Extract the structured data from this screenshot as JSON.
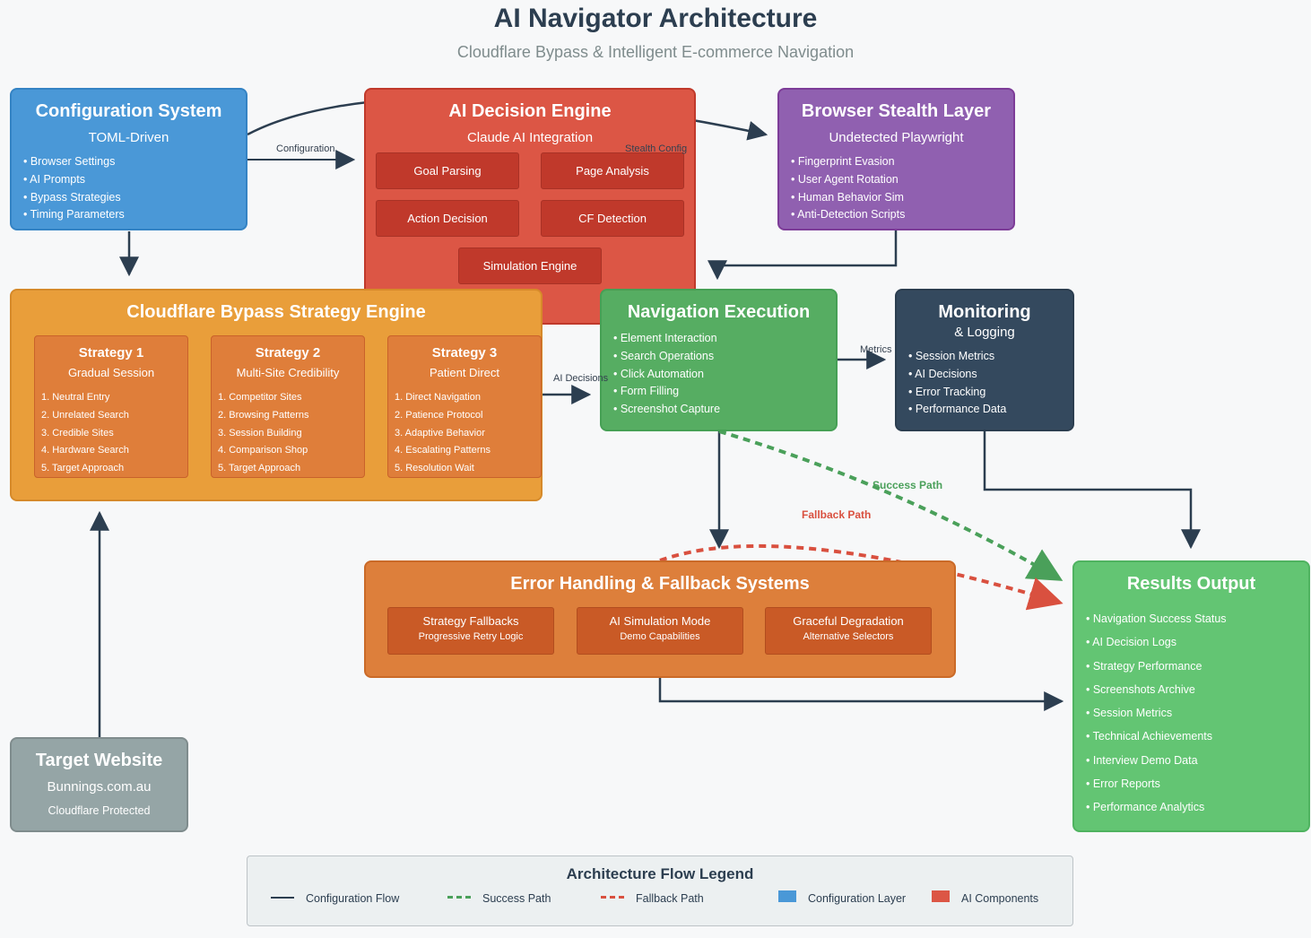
{
  "title": "AI Navigator Architecture",
  "subtitle": "Cloudflare Bypass & Intelligent E-commerce Navigation",
  "colors": {
    "config": "#4a98d7",
    "ai": "#dc5645",
    "stealth": "#9060b0",
    "strategy": "#e99e3a",
    "navigation": "#56ad62",
    "monitoring": "#34495e",
    "error": "#dd7f3b",
    "results": "#63c573",
    "target": "#95a5a6",
    "arrow": "#2c3e50",
    "success": "#4aa05a",
    "fallback": "#d9503f"
  },
  "config": {
    "title": "Configuration System",
    "subtitle": "TOML-Driven",
    "items": [
      "• Browser Settings",
      "• AI Prompts",
      "• Bypass Strategies",
      "• Timing Parameters"
    ]
  },
  "ai": {
    "title": "AI Decision Engine",
    "subtitle": "Claude AI Integration",
    "modules": [
      "Goal Parsing",
      "Page Analysis",
      "Action Decision",
      "CF Detection",
      "Simulation Engine"
    ]
  },
  "stealth": {
    "title": "Browser Stealth Layer",
    "subtitle": "Undetected Playwright",
    "items": [
      "• Fingerprint Evasion",
      "• User Agent Rotation",
      "• Human Behavior Sim",
      "• Anti-Detection Scripts"
    ]
  },
  "strategy_engine": {
    "title": "Cloudflare Bypass Strategy Engine",
    "strategies": [
      {
        "title": "Strategy 1",
        "subtitle": "Gradual Session",
        "steps": [
          "1. Neutral Entry",
          "2. Unrelated Search",
          "3. Credible Sites",
          "4. Hardware Search",
          "5. Target Approach"
        ]
      },
      {
        "title": "Strategy 2",
        "subtitle": "Multi-Site Credibility",
        "steps": [
          "1. Competitor Sites",
          "2. Browsing Patterns",
          "3. Session Building",
          "4. Comparison Shop",
          "5. Target Approach"
        ]
      },
      {
        "title": "Strategy 3",
        "subtitle": "Patient Direct",
        "steps": [
          "1. Direct Navigation",
          "2. Patience Protocol",
          "3. Adaptive Behavior",
          "4. Escalating Patterns",
          "5. Resolution Wait"
        ]
      }
    ]
  },
  "navigation": {
    "title": "Navigation Execution",
    "items": [
      "• Element Interaction",
      "• Search Operations",
      "• Click Automation",
      "• Form Filling",
      "• Screenshot Capture"
    ]
  },
  "monitoring": {
    "title": "Monitoring",
    "subtitle": "& Logging",
    "items": [
      "• Session Metrics",
      "• AI Decisions",
      "• Error Tracking",
      "• Performance Data"
    ]
  },
  "error": {
    "title": "Error Handling & Fallback Systems",
    "modules": [
      {
        "title": "Strategy Fallbacks",
        "subtitle": "Progressive Retry Logic"
      },
      {
        "title": "AI Simulation Mode",
        "subtitle": "Demo Capabilities"
      },
      {
        "title": "Graceful Degradation",
        "subtitle": "Alternative Selectors"
      }
    ]
  },
  "results": {
    "title": "Results Output",
    "items": [
      "• Navigation Success Status",
      "• AI Decision Logs",
      "• Strategy Performance",
      "• Screenshots Archive",
      "• Session Metrics",
      "• Technical Achievements",
      "• Interview Demo Data",
      "• Error Reports",
      "• Performance Analytics"
    ]
  },
  "target": {
    "title": "Target Website",
    "subtitle": "Bunnings.com.au",
    "note": "Cloudflare Protected"
  },
  "edges": {
    "configuration": "Configuration",
    "stealth_config": "Stealth Config",
    "ai_decisions": "AI Decisions",
    "metrics": "Metrics",
    "success_path": "Success Path",
    "fallback_path": "Fallback Path"
  },
  "legend": {
    "title": "Architecture Flow Legend",
    "items": [
      "Configuration Flow",
      "Success Path",
      "Fallback Path",
      "Configuration Layer",
      "AI Components"
    ]
  }
}
